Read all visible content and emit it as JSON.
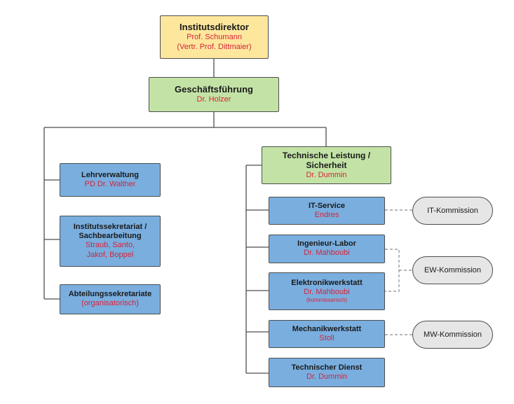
{
  "director": {
    "title": "Institutsdirektor",
    "line1": "Prof. Schumann",
    "line2": "(Vertr. Prof. Dittmaier)"
  },
  "management": {
    "title": "Geschäftsführung",
    "name": "Dr. Holzer"
  },
  "left_units": [
    {
      "title": "Lehrverwaltung",
      "lines": [
        "PD Dr. Walther"
      ]
    },
    {
      "title": "Institutssekretariat / Sachbearbeitung",
      "lines": [
        "Straub, Santo,",
        "Jakof, Boppel"
      ]
    },
    {
      "title": "Abteilungssekretariate",
      "lines": [
        "(organisatorisch)"
      ]
    }
  ],
  "technical": {
    "title": "Technische Leistung / Sicherheit",
    "name": "Dr. Dummin"
  },
  "right_units": [
    {
      "title": "IT-Service",
      "lines": [
        "Endres"
      ]
    },
    {
      "title": "Ingenieur-Labor",
      "lines": [
        "Dr. Mahboubi"
      ]
    },
    {
      "title": "Elektronikwerkstatt",
      "lines": [
        "Dr. Mahboubi"
      ],
      "note": "(kommissarisch)"
    },
    {
      "title": "Mechanikwerkstatt",
      "lines": [
        "Stoll"
      ]
    },
    {
      "title": "Technischer Dienst",
      "lines": [
        "Dr. Dummin"
      ]
    }
  ],
  "commissions": [
    {
      "label": "IT-Kommission"
    },
    {
      "label": "EW-Kommission"
    },
    {
      "label": "MW-Kommission"
    }
  ],
  "colors": {
    "director_fill": "#fde79d",
    "management_fill": "#c3e3a6",
    "unit_fill": "#79aedf",
    "commission_fill": "#e6e6e6",
    "name_text": "#d6243a"
  }
}
